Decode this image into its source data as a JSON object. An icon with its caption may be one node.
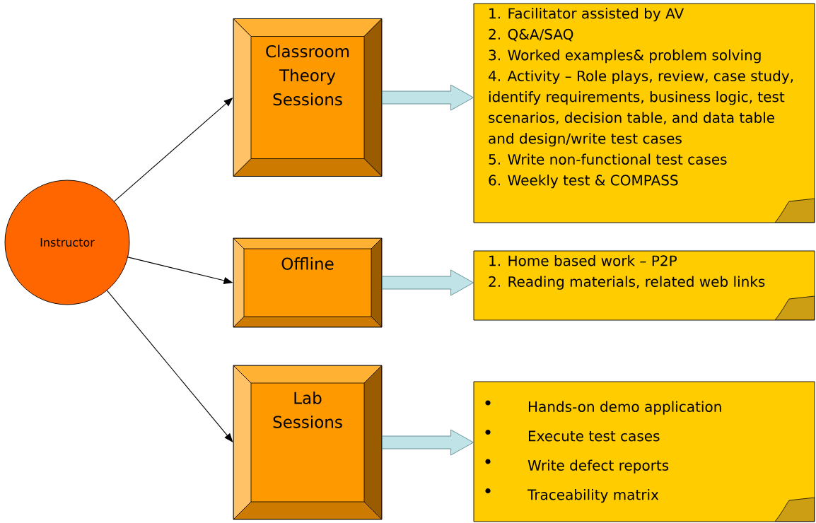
{
  "diagram": {
    "nodes": [
      {
        "text": [
          "Instructor"
        ]
      },
      {
        "text": [
          "Classroom Theory Sessions"
        ]
      },
      {
        "text": [
          "Offline"
        ]
      },
      {
        "text": [
          "Lab Sessions"
        ]
      },
      {
        "text": [
          "1. Facilitator assisted by AV",
          "2. Q&A/SAQ",
          "3. Worked examples& problem solving",
          "4. Activity – Role plays, review, case study, identify requirements, business logic, test scenarios, decision table, and data table and design/write test cases",
          "5. Write non-functional test cases",
          "6. Weekly test & COMPASS"
        ]
      },
      {
        "text": [
          "1. Home based work – P2P",
          "2. Reading materials, related web links"
        ]
      },
      {
        "text": [
          "Hands-on demo application",
          "Execute test cases",
          "Write defect reports",
          "Traceability matrix"
        ]
      }
    ],
    "edges": [
      {
        "from": 0,
        "to": 1,
        "arrow": "to"
      },
      {
        "from": 0,
        "to": 2,
        "arrow": "to"
      },
      {
        "from": 0,
        "to": 3,
        "arrow": "to"
      },
      {
        "from": 1,
        "to": 4,
        "arrow": "to",
        "style": "thick",
        "color": "#bfe3e6"
      },
      {
        "from": 2,
        "to": 5,
        "arrow": "to",
        "style": "thick",
        "color": "#bfe3e6"
      },
      {
        "from": 3,
        "to": 6,
        "arrow": "to",
        "style": "thick",
        "color": "#bfe3e6"
      }
    ]
  }
}
